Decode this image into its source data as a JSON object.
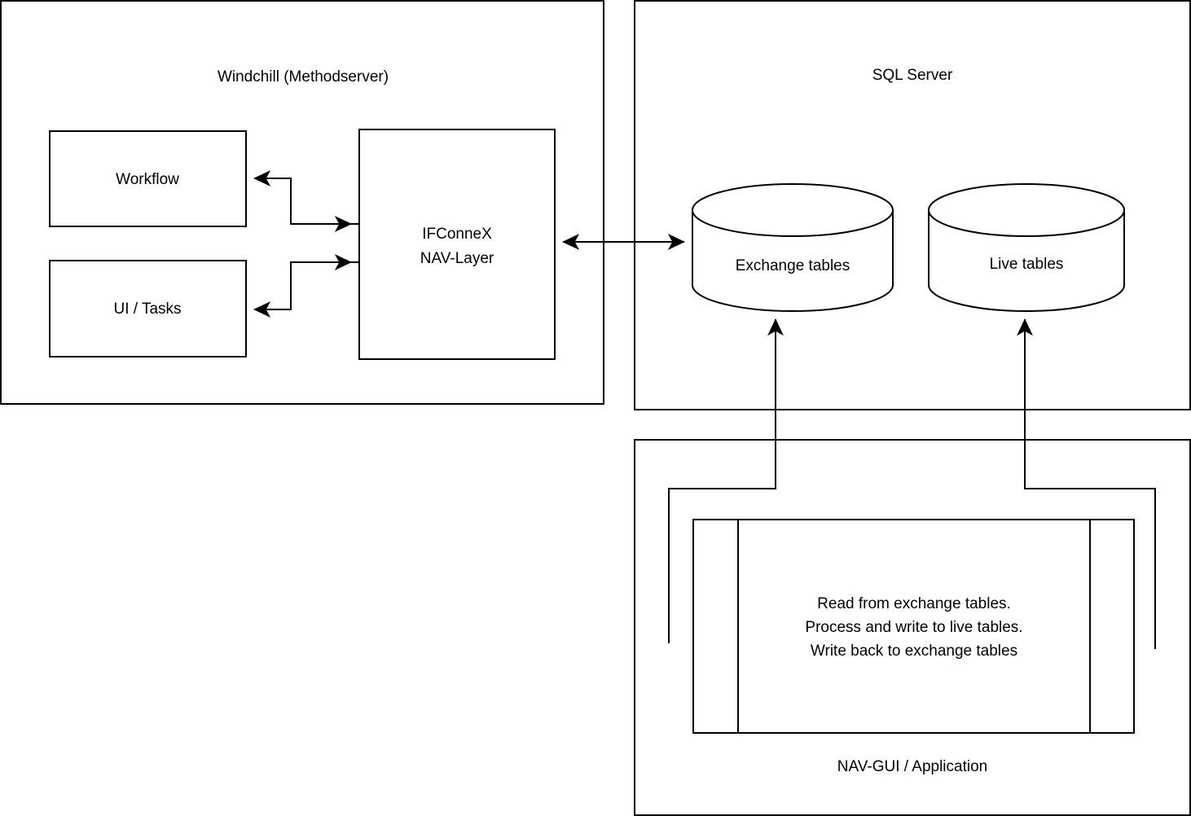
{
  "diagram": {
    "title": "Windchill / SQL Server / NAV-GUI integration architecture",
    "stroke_color": "#000000",
    "fill_color": "#ffffff",
    "panels": [
      {
        "id": "windchill",
        "title": "Windchill (Methodserver)",
        "nodes": [
          {
            "id": "workflow",
            "label": "Workflow",
            "shape": "rectangle"
          },
          {
            "id": "ui-tasks",
            "label": "UI / Tasks",
            "shape": "rectangle"
          },
          {
            "id": "ifconnex",
            "label_line1": "IFConneX",
            "label_line2": "NAV-Layer",
            "shape": "rectangle"
          }
        ]
      },
      {
        "id": "sql-server",
        "title": "SQL Server",
        "nodes": [
          {
            "id": "exchange-tables",
            "label": "Exchange tables",
            "shape": "cylinder"
          },
          {
            "id": "live-tables",
            "label": "Live tables",
            "shape": "cylinder"
          }
        ]
      },
      {
        "id": "nav-gui",
        "title": "NAV-GUI / Application",
        "nodes": [
          {
            "id": "process",
            "shape": "predefined-process",
            "label_line1": "Read from exchange tables.",
            "label_line2": "Process and write to live tables.",
            "label_line3": "Write back to exchange tables"
          }
        ]
      }
    ],
    "connections": [
      {
        "id": "ifconnex-to-workflow",
        "from": "ifconnex",
        "to": "workflow",
        "direction": "one-way"
      },
      {
        "id": "workflow-to-ifconnex",
        "from": "workflow",
        "to": "ifconnex",
        "direction": "one-way"
      },
      {
        "id": "ui-tasks-to-ifconnex",
        "from": "ui-tasks",
        "to": "ifconnex",
        "direction": "one-way"
      },
      {
        "id": "ifconnex-to-ui-tasks",
        "from": "ifconnex",
        "to": "ui-tasks",
        "direction": "one-way"
      },
      {
        "id": "ifconnex-exchange-tables",
        "from": "ifconnex",
        "to": "exchange-tables",
        "direction": "two-way"
      },
      {
        "id": "process-to-exchange-tables",
        "from": "process",
        "to": "exchange-tables",
        "direction": "one-way"
      },
      {
        "id": "process-to-live-tables",
        "from": "process",
        "to": "live-tables",
        "direction": "one-way"
      }
    ]
  }
}
